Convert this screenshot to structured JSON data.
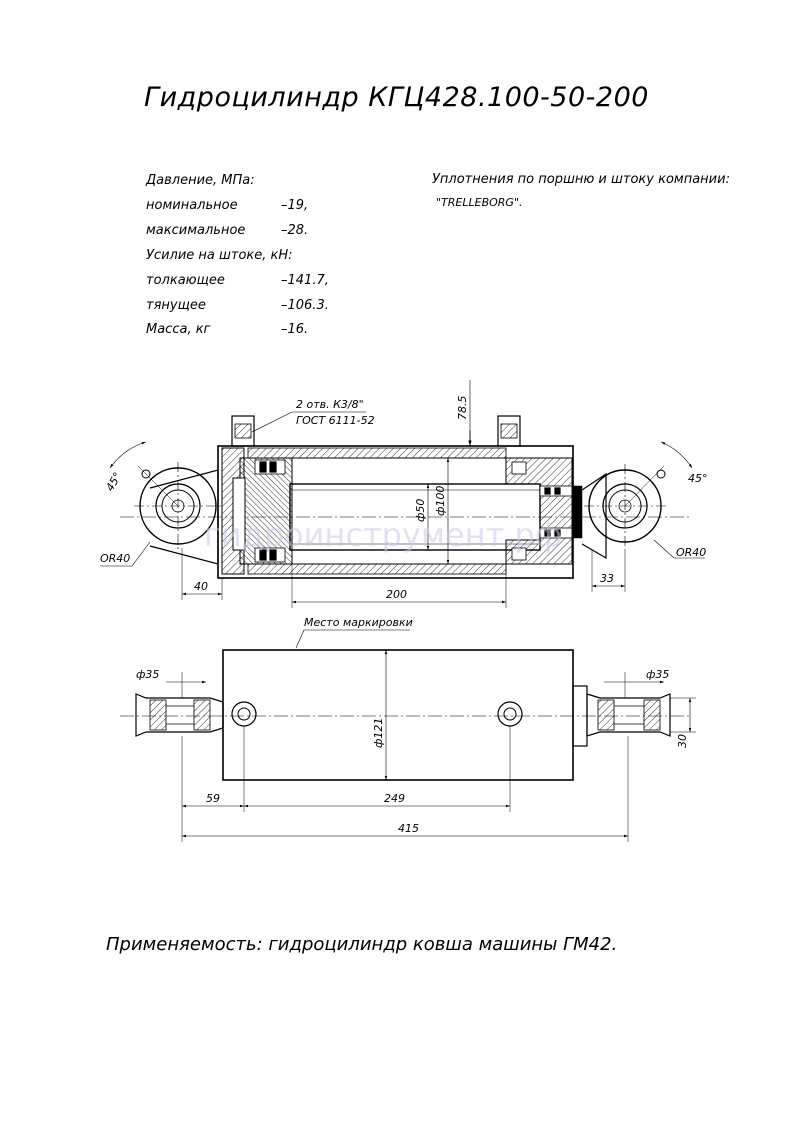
{
  "title": "Гидроцилиндр КГЦ428.100-50-200",
  "specs": {
    "pressure_label": "Давление, МПа:",
    "nominal": {
      "label": "номинальное",
      "value": "–19,"
    },
    "maximum": {
      "label": "максимальное",
      "value": "–28."
    },
    "force_label": "Усилие на штоке, кН:",
    "push": {
      "label": "толкающее",
      "value": "–141.7,"
    },
    "pull": {
      "label": "тянущее",
      "value": "–106.3."
    },
    "mass": {
      "label": "Масса, кг",
      "value": "–16."
    }
  },
  "seals_note": {
    "line1": "Уплотнения по поршню и штоку компании:",
    "line2": "\"TRELLEBORG\"."
  },
  "applicability": "Применяемость: гидроцилиндр ковша машины ГМ42.",
  "watermark": "гидроинструмент.рф",
  "dimensions": {
    "ports": "2 отв. К3/8\"",
    "gost": "ГОСТ 6111-52",
    "height": "78.5",
    "angle_left": "45°",
    "angle_right": "45°",
    "radius_left": "OR40",
    "radius_right": "OR40",
    "bore": "ф100",
    "rod": "ф50",
    "left_offset": "40",
    "stroke": "200",
    "right_offset": "33",
    "marking": "Место маркировки",
    "pin_left": "ф35",
    "pin_right": "ф35",
    "body_diameter": "ф121",
    "eye_width": "30",
    "dist_59": "59",
    "dist_249": "249",
    "total_length": "415"
  }
}
